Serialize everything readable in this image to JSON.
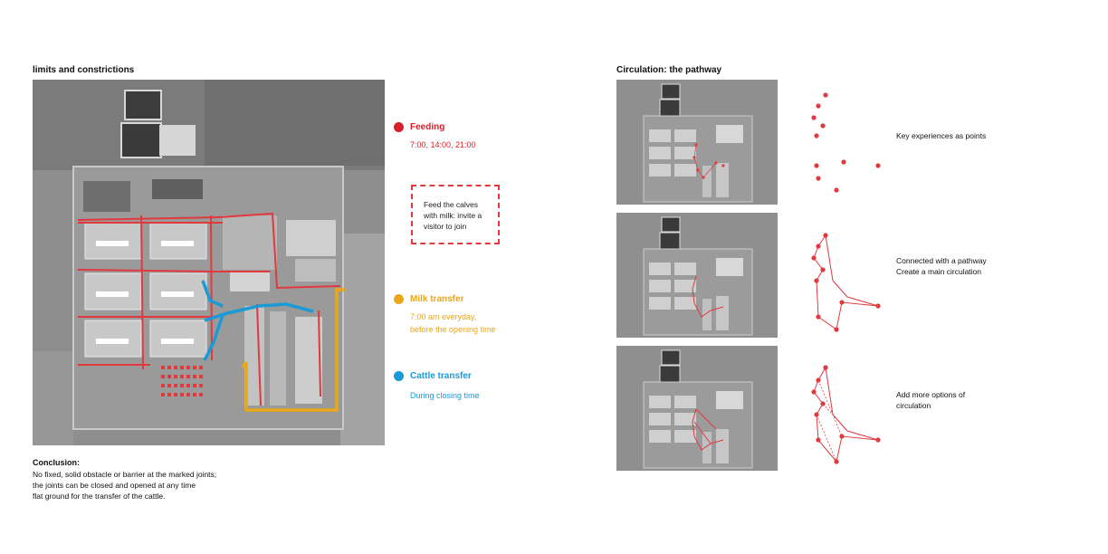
{
  "left": {
    "title": "limits and constrictions",
    "legend": [
      {
        "name": "Feeding",
        "sub": "7:00, 14:00, 21:00",
        "color": "#d7202a"
      },
      {
        "name": "Milk transfer",
        "sub": "7:00 am everyday,\nbefore the opening time",
        "color": "#e9a71a"
      },
      {
        "name": "Cattle transfer",
        "sub": "During closing time",
        "color": "#1a9ad6"
      }
    ],
    "callout": "Feed the calves with milk: invite a visitor to join",
    "conclusion_title": "Conclusion:",
    "conclusion_body": "No fixed, solid obstacle or barrier at the marked joints;\nthe joints can be closed and opened at any time\nflat ground for the transfer of the cattle."
  },
  "right": {
    "title": "Circulation: the pathway",
    "steps": [
      {
        "text": "Key experiences as points"
      },
      {
        "text": "Connected with a pathway\nCreate a main circulation"
      },
      {
        "text": "Add more options of\ncirculation"
      }
    ]
  },
  "colors": {
    "accent_red": "#e0393e",
    "feeding": "#d7202a",
    "milk": "#e9a71a",
    "cattle": "#1a9ad6"
  }
}
